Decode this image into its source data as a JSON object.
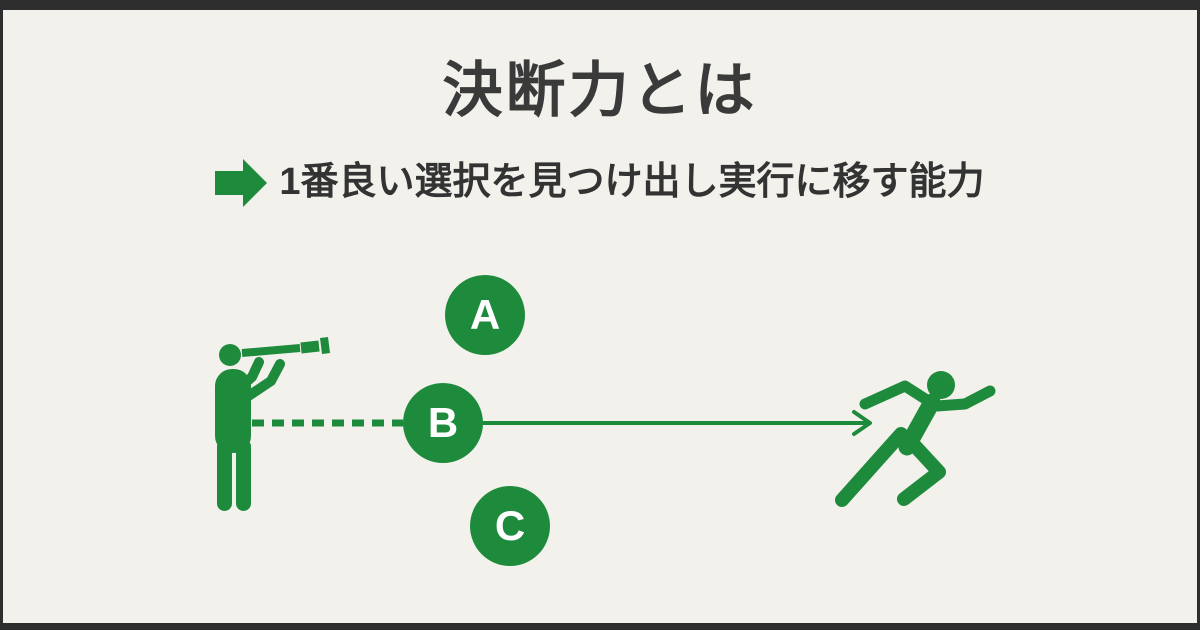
{
  "card": {
    "title": "決断力とは",
    "definition": {
      "bullet_icon": "right-arrow-icon",
      "text": "1番良い選択を見つけ出し実行に移す能力"
    },
    "diagram": {
      "observer_icon": "telescope-person-icon",
      "runner_icon": "running-person-icon",
      "choices": [
        {
          "label": "A"
        },
        {
          "label": "B"
        },
        {
          "label": "C"
        }
      ],
      "selected_choice": "B"
    },
    "colors": {
      "accent_green": "#1e8a3c",
      "background": "#f3f1ec",
      "frame": "#2e2e2e",
      "text": "#3a3a3a"
    }
  }
}
